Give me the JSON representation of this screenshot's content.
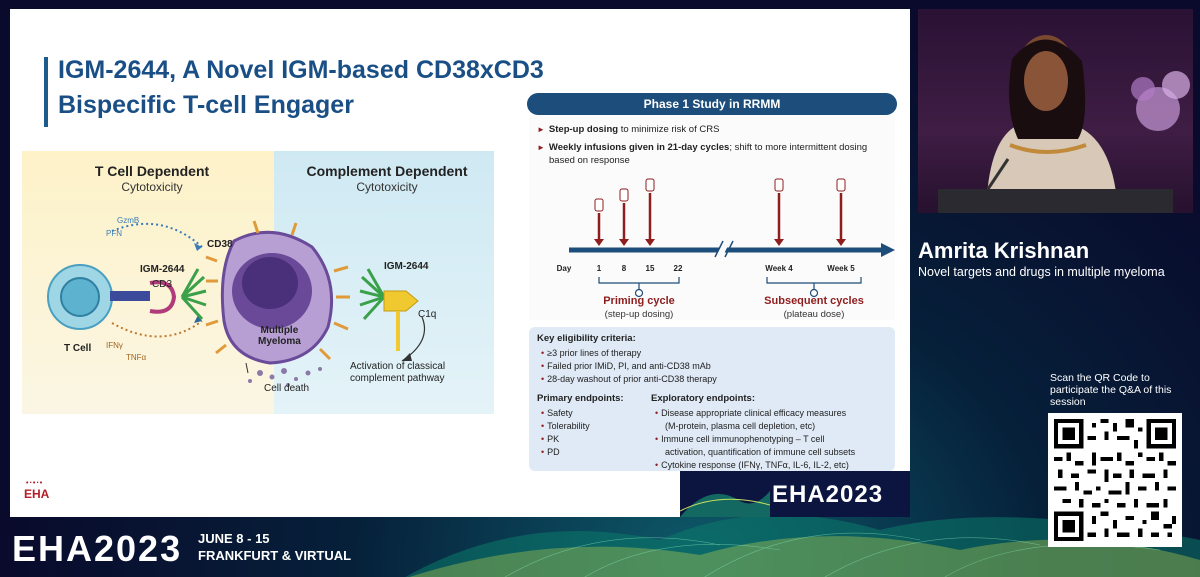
{
  "slide": {
    "title_line1": "IGM-2644, A Novel IGM-based CD38xCD3",
    "title_line2": "Bispecific T-cell Engager",
    "footer_logo": "EHA2023",
    "eha_mark": "EHA"
  },
  "mechanism": {
    "left_title": "T Cell Dependent",
    "left_sub": "Cytotoxicity",
    "right_title": "Complement Dependent",
    "right_sub": "Cytotoxicity",
    "labels": {
      "gzmb": "GzmB",
      "pfn": "PFN",
      "cd38": "CD38",
      "igm_left": "IGM-2644",
      "cd3": "CD3",
      "t_cell": "T Cell",
      "myeloma": "Multiple\nMyeloma",
      "igm_right": "IGM-2644",
      "c1q": "C1q",
      "ifng": "IFNγ",
      "tnfa": "TNFα",
      "cell_death": "Cell death",
      "activation": "Activation of classical\ncomplement pathway"
    }
  },
  "study": {
    "header": "Phase 1 Study in RRMM",
    "bullet1_bold": "Step-up dosing",
    "bullet1_rest": " to minimize risk of CRS",
    "bullet2_bold": "Weekly infusions given in 21-day cycles",
    "bullet2_rest": "; shift to more intermittent dosing based on response",
    "timeline": {
      "day": "Day",
      "d1": "1",
      "d8": "8",
      "d15": "15",
      "d22": "22",
      "w4": "Week 4",
      "w5": "Week 5"
    },
    "priming_name": "Priming cycle",
    "priming_sub": "(step-up dosing)",
    "subsequent_name": "Subsequent cycles",
    "subsequent_sub": "(plateau dose)",
    "eligibility_head": "Key eligibility criteria:",
    "eligibility": [
      "≥3 prior lines of therapy",
      "Failed prior IMiD, PI, and anti-CD38 mAb",
      "28-day washout of prior anti-CD38 therapy"
    ],
    "primary_head": "Primary endpoints:",
    "primary": [
      "Safety",
      "Tolerability",
      "PK",
      "PD"
    ],
    "exploratory_head": "Exploratory endpoints:",
    "exploratory": [
      "Disease appropriate clinical efficacy measures",
      "(M-protein, plasma cell depletion, etc)",
      "Immune cell immunophenotyping – T cell",
      "activation, quantification of immune cell subsets",
      "Cytokine response (IFNγ, TNFα, IL-6, IL-2, etc)"
    ]
  },
  "speaker": {
    "name": "Amrita Krishnan",
    "role": "Novel targets and drugs in multiple myeloma"
  },
  "qr": {
    "text": "Scan the QR Code to participate the Q&A of this session"
  },
  "event": {
    "logo": "EHA2023",
    "dates": "JUNE 8 - 15",
    "location": "FRANKFURT & VIRTUAL"
  },
  "colors": {
    "title_blue": "#1a4f86",
    "header_navy": "#1d4d7a",
    "dose_red": "#8e1d1d",
    "eha_red": "#b71c2a"
  }
}
